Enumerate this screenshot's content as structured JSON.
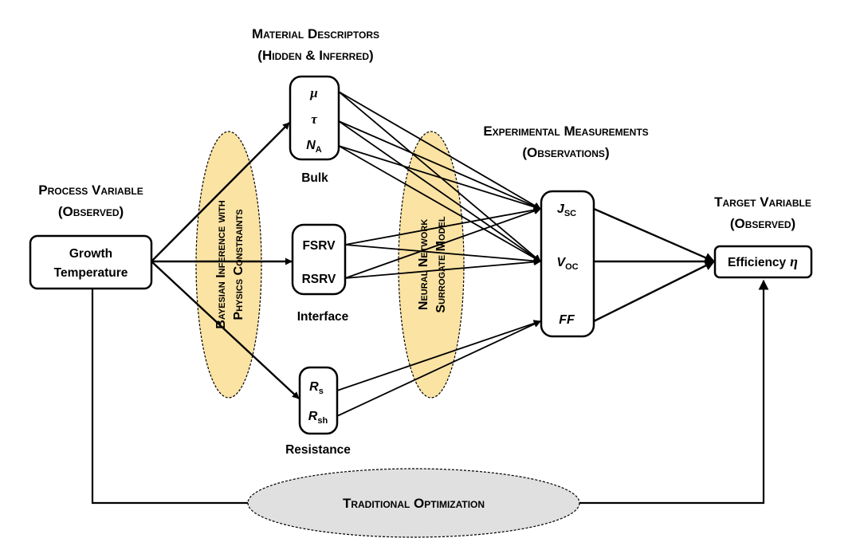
{
  "headings": {
    "process": {
      "line1": "Process Variable",
      "line2": "(Observed)"
    },
    "material": {
      "line1": "Material Descriptors",
      "line2": "(Hidden & Inferred)"
    },
    "experimental": {
      "line1": "Experimental Measurements",
      "line2": "(Observations)"
    },
    "target": {
      "line1": "Target Variable",
      "line2": "(Observed)"
    }
  },
  "growth_box": {
    "line1": "Growth",
    "line2": "Temperature"
  },
  "bayesian_ellipse": {
    "line1": "Bayesian Inference with",
    "line2": "Physics Constraints"
  },
  "neural_ellipse": {
    "line1": "Neural Network",
    "line2": "Surrogate Model"
  },
  "traditional_ellipse": "Traditional Optimization",
  "bulk": {
    "mu": "μ",
    "tau": "τ",
    "na_main": "N",
    "na_sub": "A",
    "caption": "Bulk"
  },
  "interface": {
    "fsrv": "FSRV",
    "rsrv": "RSRV",
    "caption": "Interface"
  },
  "resistance": {
    "rs_main": "R",
    "rs_sub": "s",
    "rsh_main": "R",
    "rsh_sub": "sh",
    "caption": "Resistance"
  },
  "measurements": {
    "jsc_main": "J",
    "jsc_sub": "SC",
    "voc_main": "V",
    "voc_sub": "OC",
    "ff": "FF"
  },
  "target_box": {
    "label": "Efficiency",
    "symbol": "η"
  },
  "colors": {
    "ellipse_fill": "#fbe3a3",
    "opt_fill": "#e0e0e0",
    "stroke": "#000000"
  }
}
